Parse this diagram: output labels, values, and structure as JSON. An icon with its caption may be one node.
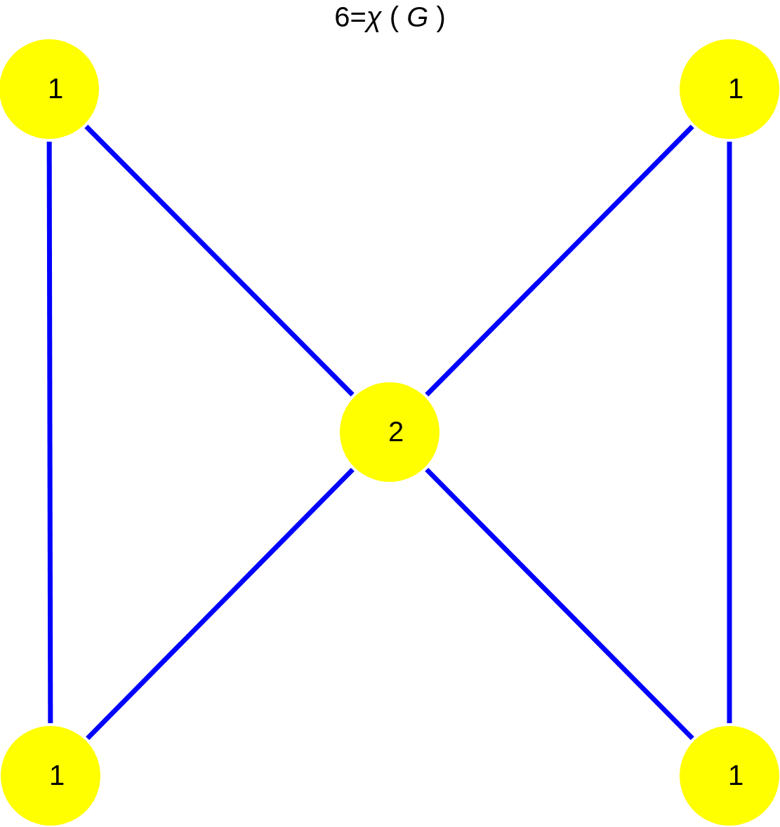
{
  "diagram": {
    "title": "6=*χ* ( *G* )",
    "nodes": [
      {
        "text": [
          "1"
        ]
      },
      {
        "text": [
          "1"
        ]
      },
      {
        "text": [
          "2"
        ]
      },
      {
        "text": [
          "1"
        ]
      },
      {
        "text": [
          "1"
        ]
      }
    ],
    "edges": [
      {
        "from": 0,
        "to": 3,
        "arrow": "none"
      },
      {
        "from": 0,
        "to": 2,
        "arrow": "none"
      },
      {
        "from": 1,
        "to": 2,
        "arrow": "none"
      },
      {
        "from": 1,
        "to": 4,
        "arrow": "none"
      },
      {
        "from": 2,
        "to": 3,
        "arrow": "none"
      },
      {
        "from": 2,
        "to": 4,
        "arrow": "none"
      }
    ]
  }
}
